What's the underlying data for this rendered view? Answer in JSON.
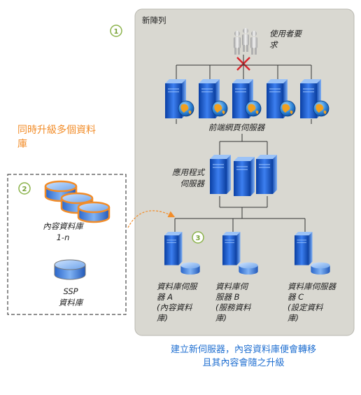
{
  "farm_title": "新陣列",
  "users_label": [
    "使用者要",
    "求"
  ],
  "web_servers_label": "前端網頁伺服器",
  "app_servers_label": [
    "應用程式",
    "伺服器"
  ],
  "upgrade_note": [
    "同時升級多個資料",
    "庫"
  ],
  "content_db_label": [
    "內容資料庫",
    "1-n"
  ],
  "ssp_db_label": [
    "SSP",
    "資料庫"
  ],
  "db_server_a": [
    "資料庫伺服",
    "器 A",
    "(內容資料",
    "庫)"
  ],
  "db_server_b": [
    "資料庫伺",
    "服器 B",
    "(服務資料",
    "庫)"
  ],
  "db_server_c": [
    "資料庫伺服器",
    "器 C",
    "(設定資料",
    "庫)"
  ],
  "caption": [
    "建立新伺服器，內容資料庫便會轉移",
    "且其內容會隨之升級"
  ],
  "callouts": [
    "1",
    "2",
    "3"
  ],
  "colors": {
    "panel": "#d9d8d1",
    "server_blue": "#1e5fc1",
    "orange": "#f28c28",
    "caption_blue": "#1f6fd1",
    "red_x": "#d8282f"
  }
}
